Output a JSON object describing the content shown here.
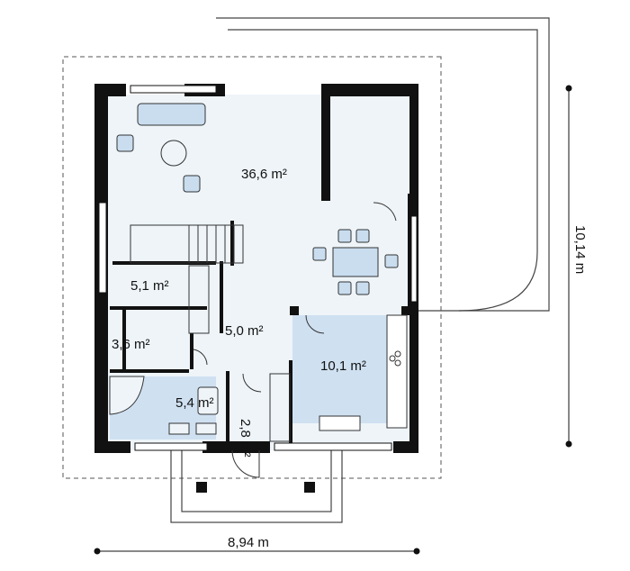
{
  "rooms": [
    {
      "id": "living",
      "area": "36,6 m²",
      "fill": "#eef4f8"
    },
    {
      "id": "hall",
      "area": "5,0 m²",
      "fill": "#eef4f8"
    },
    {
      "id": "pantry",
      "area": "5,1 m²",
      "fill": "#eef4f8"
    },
    {
      "id": "utility",
      "area": "3,6 m²",
      "fill": "#eef4f8"
    },
    {
      "id": "bathroom",
      "area": "5,4 m²",
      "fill": "#cfe0f1"
    },
    {
      "id": "kitchen",
      "area": "10,1 m²",
      "fill": "#cfe0f1"
    },
    {
      "id": "vestibule",
      "area": "2,8 m²",
      "fill": "#eef4f8"
    }
  ],
  "dimensions": {
    "width": "8,94 m",
    "depth": "10,14 m"
  },
  "colors": {
    "wall": "#111111",
    "room_light": "#eef4f8",
    "room_wet": "#cfe0f1",
    "furniture": "#c9ddef"
  }
}
